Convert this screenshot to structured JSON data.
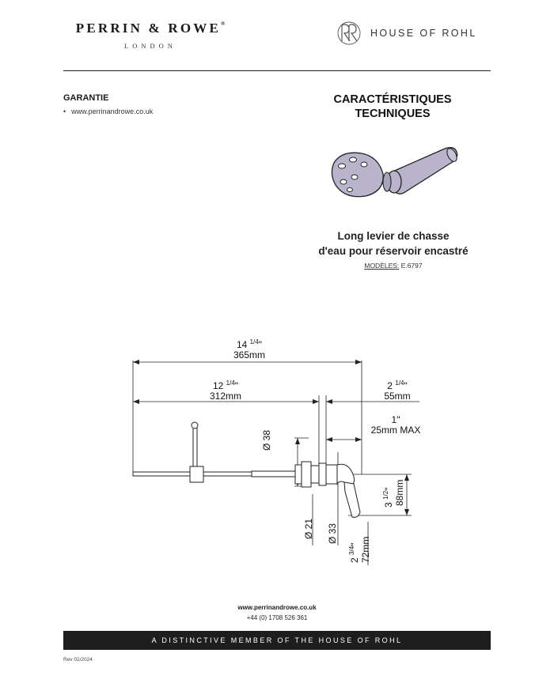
{
  "header": {
    "brand_left_name": "PERRIN & ROWE",
    "brand_left_reg": "®",
    "brand_left_sub": "LONDON",
    "brand_right_name": "HOUSE OF ROHL",
    "brand_right_monogram": "RR-monogram-icon"
  },
  "guarantee": {
    "title": "GARANTIE",
    "items": [
      "www.perrinandrowe.co.uk"
    ]
  },
  "specs": {
    "title_line1": "CARACTÉRISTIQUES",
    "title_line2": "TECHNIQUES",
    "product_line1": "Long levier de chasse",
    "product_line2": "d'eau pour réservoir encastré",
    "models_label": "MODÈLES:",
    "models_value": "E.6797"
  },
  "dimensions": {
    "overall_in": "14",
    "overall_frac": "1/4",
    "overall_mm": "365mm",
    "shaft_in": "12",
    "shaft_frac": "1/4",
    "shaft_mm": "312mm",
    "lever_in": "2",
    "lever_frac": "1/4",
    "lever_mm": "55mm",
    "wall_in": "1\"",
    "wall_mm": "25mm MAX",
    "dia_38": "Ø 38",
    "dia_21": "Ø 21",
    "dia_33": "Ø 33",
    "drop_in": "3",
    "drop_frac": "1/2",
    "drop_mm": "88mm",
    "handle_in": "2",
    "handle_frac": "3/4",
    "handle_mm": "72mm"
  },
  "footer": {
    "website": "www.perrinandrowe.co.uk",
    "phone": "+44 (0) 1708 526 361",
    "tagline": "A DISTINCTIVE MEMBER OF THE HOUSE OF ROHL",
    "revision": "Rev 02/2024"
  },
  "colors": {
    "text": "#1a1a1a",
    "bar": "#1e1e1e",
    "handle_fill": "#b9b4cc"
  }
}
